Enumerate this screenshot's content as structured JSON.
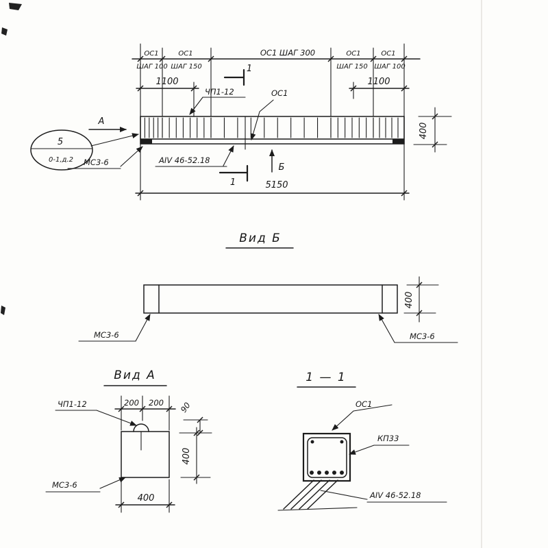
{
  "elevation": {
    "zones": {
      "z1_top": "ОС1",
      "z1_bottom": "ШАГ 100",
      "z2_top": "ОС1",
      "z2_bottom": "ШАГ 150",
      "z3_label": "ОС1 ШАГ 300",
      "z4_top": "ОС1",
      "z4_bottom": "ШАГ 150",
      "z5_top": "ОС1",
      "z5_bottom": "ШАГ 100"
    },
    "dim_left": "1100",
    "dim_right": "1100",
    "dim_total": "5150",
    "dim_height": "400",
    "section_mark_top": "1",
    "section_mark_bottom": "1",
    "label_loop": "ЧП1-12",
    "label_stirrup": "ОС1",
    "label_plate": "МС3-6",
    "label_rebar": "АIV 46-52.18",
    "view_arrow_a": "А",
    "view_arrow_b": "Б",
    "balloon_top": "5",
    "balloon_bottom": "0-1,д.2"
  },
  "view_b": {
    "title": "Вид Б",
    "label_plate_left": "МС3-6",
    "label_plate_right": "МС3-6",
    "dim_height": "400"
  },
  "view_a": {
    "title": "Вид А",
    "label_loop": "ЧП1-12",
    "label_plate": "МС3-6",
    "dim_left_half": "200",
    "dim_right_half": "200",
    "dim_loop": "90",
    "dim_width": "400",
    "dim_height": "400"
  },
  "section": {
    "title": "1 — 1",
    "label_stirrup": "ОС1",
    "label_frame": "КП33",
    "label_rebar": "АIV 46-52.18"
  }
}
